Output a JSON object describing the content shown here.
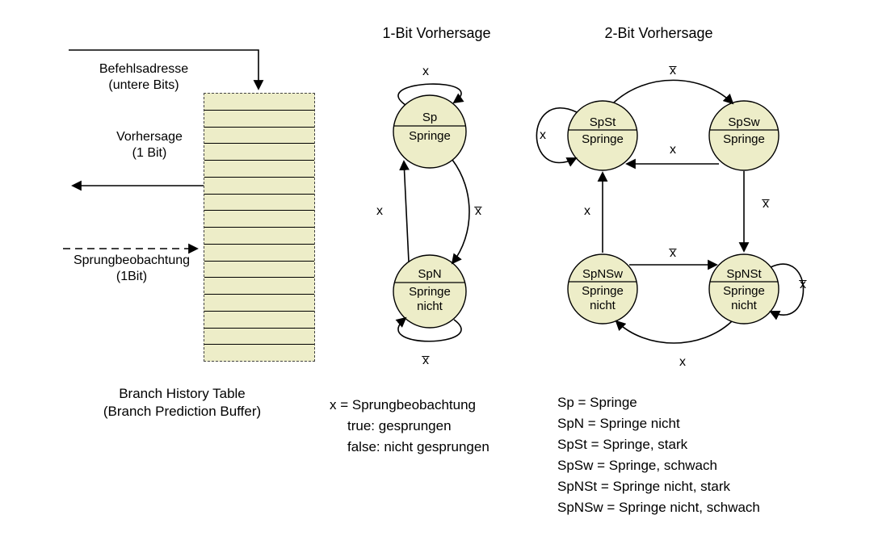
{
  "colors": {
    "fill": "#EDEDC8",
    "stroke": "#000000"
  },
  "bht": {
    "rows": 16,
    "address_label": "Befehlsadresse",
    "address_sublabel": "(untere Bits)",
    "prediction_label": "Vorhersage",
    "prediction_sublabel": "(1 Bit)",
    "observation_label": "Sprungbeobachtung",
    "observation_sublabel": "(1Bit)",
    "caption1": "Branch History Table",
    "caption2": "(Branch Prediction Buffer)"
  },
  "fsm1": {
    "title": "1-Bit Vorhersage",
    "sp_name": "Sp",
    "sp_output": "Springe",
    "spn_name": "SpN",
    "spn_output1": "Springe",
    "spn_output2": "nicht",
    "edge_sp_self": "x",
    "edge_spn_self": "x̅",
    "edge_spn_sp": "x",
    "edge_sp_spn": "x̅",
    "legend1": "x = Sprungbeobachtung",
    "legend2": "true: gesprungen",
    "legend3": "false: nicht gesprungen"
  },
  "fsm2": {
    "title": "2-Bit Vorhersage",
    "spst_name": "SpSt",
    "spst_output": "Springe",
    "spsw_name": "SpSw",
    "spsw_output": "Springe",
    "spnsw_name": "SpNSw",
    "spnsw_output1": "Springe",
    "spnsw_output2": "nicht",
    "spnst_name": "SpNSt",
    "spnst_output1": "Springe",
    "spnst_output2": "nicht",
    "edge_spst_self": "x",
    "edge_spst_spsw": "x̅",
    "edge_spsw_spst": "x",
    "edge_spsw_spnst": "x̅",
    "edge_spnsw_spnst": "x̅",
    "edge_spnsw_spst": "x",
    "edge_spnst_self": "x̅",
    "edge_spnst_spnsw": "x",
    "legend": [
      "Sp = Springe",
      "SpN = Springe nicht",
      "SpSt = Springe, stark",
      "SpSw = Springe, schwach",
      "SpNSt = Springe nicht, stark",
      "SpNSw = Springe nicht, schwach"
    ]
  }
}
